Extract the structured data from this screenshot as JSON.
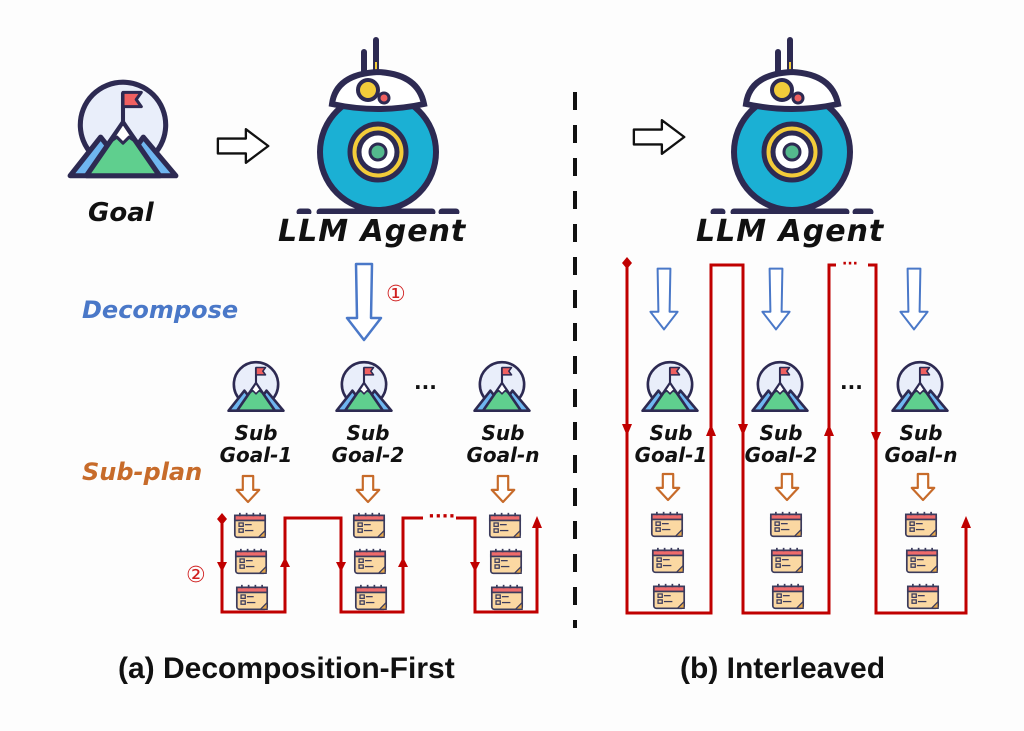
{
  "goal": {
    "label": "Goal",
    "icon": "mountain-flag-icon"
  },
  "agent": {
    "label": "LLM Agent",
    "icon": "robot-bb8-icon"
  },
  "labels": {
    "decompose": "Decompose",
    "subplan": "Sub-plan"
  },
  "step_markers": {
    "step1": "①",
    "step2": "②"
  },
  "ellipsis": "...",
  "panel_a": {
    "caption": "(a) Decomposition-First",
    "subgoals": [
      {
        "line1": "Sub",
        "line2": "Goal-1"
      },
      {
        "line1": "Sub",
        "line2": "Goal-2"
      },
      {
        "line1": "Sub",
        "line2": "Goal-n"
      }
    ]
  },
  "panel_b": {
    "caption": "(b) Interleaved",
    "subgoals": [
      {
        "line1": "Sub",
        "line2": "Goal-1"
      },
      {
        "line1": "Sub",
        "line2": "Goal-2"
      },
      {
        "line1": "Sub",
        "line2": "Goal-n"
      }
    ]
  },
  "colors": {
    "flow_red": "#c00000",
    "decompose_blue": "#4a78c8",
    "subplan_orange": "#c76b2a",
    "robot_body": "#1bb0d4",
    "outline": "#2d2a52"
  }
}
